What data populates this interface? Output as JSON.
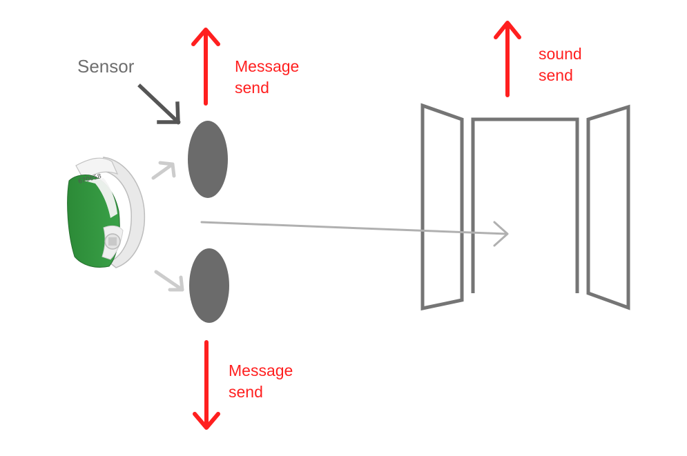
{
  "labels": {
    "sensor": "Sensor",
    "message_send_top": {
      "line1": "Message",
      "line2": "send"
    },
    "message_send_bottom": {
      "line1": "Message",
      "line2": "send"
    },
    "sound_send": {
      "line1": "sound",
      "line2": "send"
    }
  },
  "wristband": {
    "code": "670658"
  },
  "colors": {
    "arrow_red": "#ff1f1f",
    "sensor_grey": "#6b6b6b",
    "pointer_grey": "#555555",
    "signal_light_grey": "#c8c8c8",
    "beam_grey": "#b0b0b0",
    "door_grey": "#757575",
    "wristband_green": "#2f8f3a",
    "wristband_white": "#f2f2f2"
  }
}
